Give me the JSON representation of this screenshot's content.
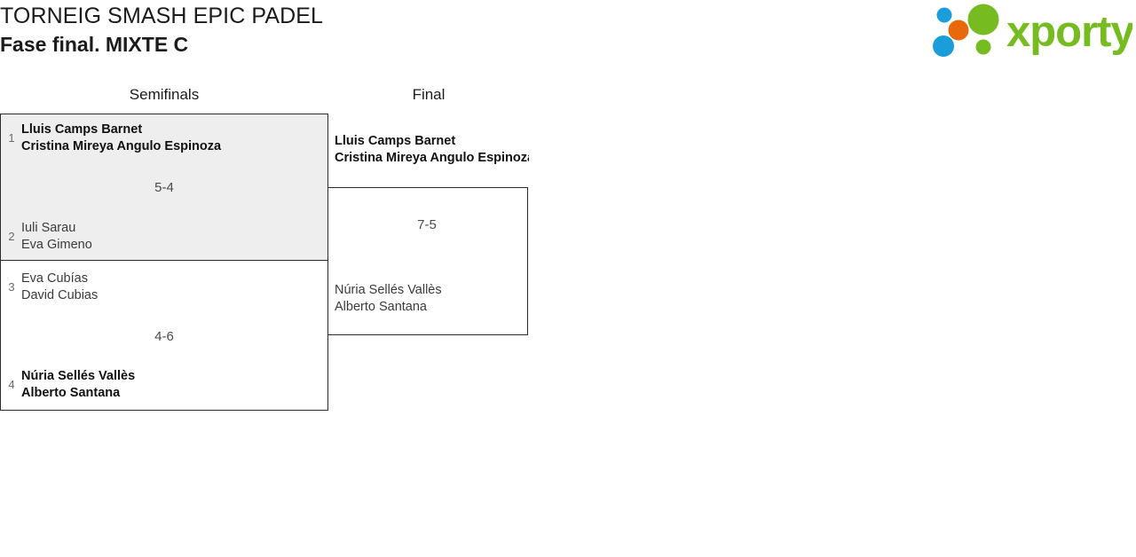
{
  "header": {
    "title": "TORNEIG SMASH EPIC PADEL",
    "subtitle": "Fase final. MIXTE C"
  },
  "brand": {
    "name": "xporty",
    "wordmark": "xporty",
    "colors": {
      "green": "#76bc21",
      "blue": "#1b9dd9",
      "orange": "#e8690b",
      "text": "#76bc21"
    }
  },
  "bracket": {
    "rounds": [
      {
        "key": "semifinals",
        "label": "Semifinals"
      },
      {
        "key": "final",
        "label": "Final"
      }
    ],
    "matches": {
      "sf1": {
        "score": "5-4",
        "top": {
          "seed": "1",
          "player1": "Lluis Camps Barnet",
          "player2": "Cristina Mireya Angulo Espinoza",
          "winner": true
        },
        "bottom": {
          "seed": "2",
          "player1": "Iuli Sarau",
          "player2": "Eva Gimeno",
          "winner": false
        }
      },
      "sf2": {
        "score": "4-6",
        "top": {
          "seed": "3",
          "player1": "Eva Cubías",
          "player2": "David Cubias",
          "winner": false
        },
        "bottom": {
          "seed": "4",
          "player1": "Núria Sellés Vallès",
          "player2": "Alberto Santana",
          "winner": true
        }
      },
      "final": {
        "score": "7-5",
        "top": {
          "seed": "",
          "player1": "Lluis Camps Barnet",
          "player2": "Cristina Mireya Angulo Espinoza",
          "winner": true
        },
        "bottom": {
          "seed": "",
          "player1": "Núria Sellés Vallès",
          "player2": "Alberto Santana",
          "winner": false
        }
      }
    }
  }
}
